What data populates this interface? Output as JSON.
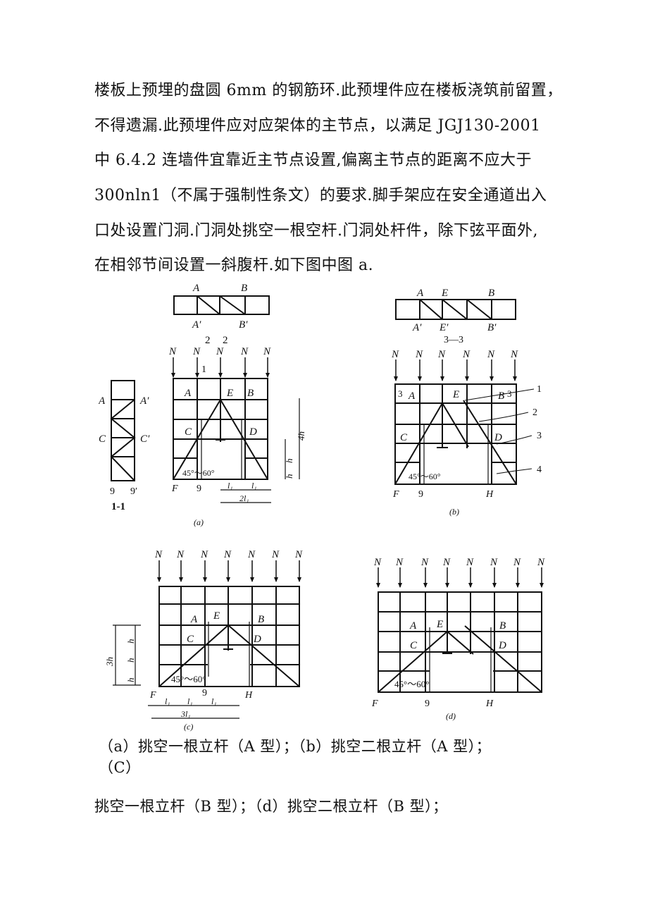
{
  "body_text": {
    "lines": [
      "楼板上预埋的盘圆 6mm 的钢筋环.此预埋件应在楼板浇筑前留置，",
      "不得遗漏.此预埋件应对应架体的主节点，以满足 JGJ130-2001",
      "中 6.4.2 连墙件宜靠近主节点设置,偏离主节点的距离不应大于",
      "300nln1（不属于强制性条文）的要求.脚手架应在安全通道出入",
      "口处设置门洞.门洞处挑空一根空杆.门洞处杆件，除下弦平面外,",
      "在相邻节间设置一斜腹杆.如下图中图 a."
    ]
  },
  "figures": {
    "a": {
      "label": "(a)",
      "section_label": "1-1",
      "plan_labels": [
        "A",
        "B",
        "A′",
        "B′"
      ],
      "side_labels": [
        "A",
        "A′",
        "C",
        "C′",
        "9",
        "9′"
      ],
      "load": "N",
      "node_labels": [
        "A",
        "E",
        "B",
        "C",
        "D",
        "F",
        "9"
      ],
      "section_marks": [
        "1",
        "2",
        "2"
      ],
      "angle": "45°～60°",
      "dims": [
        "4h",
        "h",
        "h",
        "l₁",
        "l₁",
        "2l₁"
      ]
    },
    "b": {
      "label": "(b)",
      "section_label": "3—3",
      "plan_labels": [
        "A",
        "E",
        "B",
        "A′",
        "E′",
        "B′"
      ],
      "load": "N",
      "node_labels": [
        "A",
        "E",
        "B",
        "C",
        "D",
        "F",
        "9",
        "H"
      ],
      "section_marks": [
        "3",
        "3"
      ],
      "callouts": [
        "1",
        "2",
        "3",
        "4"
      ],
      "angle": "45°～60°"
    },
    "c": {
      "label": "(c)",
      "load": "N",
      "node_labels": [
        "A",
        "E",
        "B",
        "C",
        "D",
        "F",
        "9",
        "H"
      ],
      "angle": "45°～60°",
      "dims": [
        "3h",
        "h",
        "h",
        "h",
        "l₁",
        "l₁",
        "l₁",
        "3l₁"
      ]
    },
    "d": {
      "label": "(d)",
      "load": "N",
      "node_labels": [
        "A",
        "E",
        "B",
        "C",
        "D",
        "F",
        "9",
        "H"
      ],
      "angle": "45°～60°"
    }
  },
  "captions": {
    "line1": "（a）挑空一根立杆（A 型）；（b）挑空二根立杆（A 型）；",
    "line2": "（C）",
    "line3": "挑空一根立杆（B 型）；（d）挑空二根立杆（B 型）；"
  }
}
